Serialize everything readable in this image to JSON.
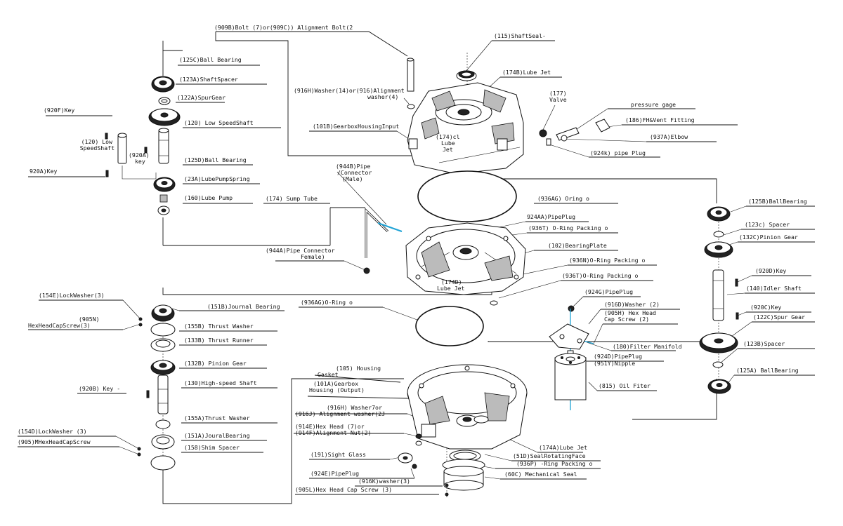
{
  "labels": {
    "l909B": "(909B)Bolt (7)or(909C)) Alignment Bolt(2",
    "l125C": "(125C)Ball Bearing",
    "l123A": "(123A)ShaftSpacer",
    "l122A": "(122A)SpurGear",
    "l920F": "(920F)Key",
    "l120": "(120) Low SpeedShaft",
    "l120side": "(120) Low SpeedShaft",
    "l920Akey": "(920A) key",
    "l920A": "920A)Key",
    "l125D": "(125D)Ball Bearing",
    "l23A": "(23A)LubePumpSpring",
    "l160": "(160)Lube Pump",
    "l115": "(115)ShaftSeal-",
    "l174B": "(174B)Lube Jet",
    "l916H_top": "(916H)Washer(14)or(916)Alignment washer(4)",
    "l177": "(177) Valve",
    "pressure": "pressure gage",
    "l101B": "(101B)GearboxHousingInput",
    "l174c": "(174)c Lube Jet",
    "l186": "(186)FH&Vent Fitting",
    "l937A": "(937A)Elbow",
    "l924k": "(924k) pipe Plug",
    "l944B": "(944B)Pipe /Connector (Male)",
    "l936AG_top": "(936AG) Oring o",
    "l174sump": "(174) Sump Tube",
    "l924AA": "924AA)PipePlug",
    "l936T_a": "(936T) O-Ring Packing o",
    "l102": "(102)BearingPlate",
    "l944A": "(944A)Pipe Connector Female)",
    "l936N": "(936N)O-Ring Packing o",
    "l936T_b": "(936T)O-Ring Packing o",
    "l174D": "(174D) Lube Jet",
    "l125B": "(125B)BallBearing",
    "l123c": "(123c) Spacer",
    "l132C": "(132C)Pinion Gear",
    "l920D": "(920D)Key",
    "l140": "(140)Idler Shaft",
    "l920C": "(920C)Key",
    "l122C": "(122C)Spur Gear",
    "l123B": "(123B)Spacer",
    "l125A": "(125A) BallBearing",
    "l154E": "(154E)LockWasher(3)",
    "l905N": "(905N) HexHeadCapScrew(3)",
    "l151B": "(151B)Journal Bearing",
    "l155B": "(155B) Thrust Washer",
    "l133B": "(133B) Thrust Runner",
    "l132B": "(132B) Pinion Gear",
    "l130": "(130)High-speed Shaft",
    "l920B": "(920B) Key -",
    "l155A": "(155A)Thrust Washer",
    "l154D": "(154D)LockWasher (3)",
    "l905M": "(905)MHexHeadCapScrew",
    "l151A": "(151A)JouralBearing",
    "l158": "(158)Shim Spacer",
    "l936AG_mid": "(936AG)O-Ring o",
    "l924G": "(924G)PipePlug",
    "l916D": "(916D)Washer (2)",
    "l905H": "(905H) Hex Head Cap Screw (2)",
    "l180": "(180)Filter Manifold",
    "l924D": "(924D)PipePlug",
    "l951Y": "(951Y)Nipple",
    "l815": "(815) Oil Fiter",
    "l105": "(105) Housing Gasket",
    "l101A": "(101A)Gearbox Housing (Output)",
    "l916H_bot": "(916H) Washer7or",
    "l916J": "(916J) Alignment washer(2J",
    "l914E": "(914E)Hex Head (7)or (914F)Alignment Nut(2)",
    "l191": "(191)Sight Glass",
    "l924E": "(924E)PipePlug",
    "l916K": "(916K)washer(3)",
    "l905L": "(905L)Hex Head Cap Screw (3)",
    "l174A": "(174A)Lube Jet",
    "l51D": "(51D)SealRotatingFace",
    "l936P": "(936P) -Ring Packing o",
    "l60C": "(60C) Mechanical Seal"
  },
  "colors": {
    "ink": "#111111",
    "filter_line": "#1fa3d6",
    "background": "#ffffff"
  }
}
